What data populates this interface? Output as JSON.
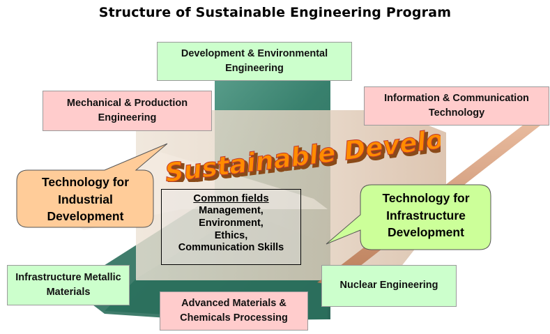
{
  "title": "Structure of Sustainable Engineering Program",
  "center_label": "Sustainable Development",
  "boxes": {
    "dev_env": "Development & Environmental Engineering",
    "mech_prod": "Mechanical & Production Engineering",
    "info_comm": "Information & Communication Technology",
    "infra_metal": "Infrastructure Metallic Materials",
    "adv_materials": "Advanced Materials & Chemicals Processing",
    "nuclear": "Nuclear Engineering"
  },
  "callouts": {
    "industrial": "Technology for Industrial Development",
    "infrastructure": "Technology for Infrastructure Development"
  },
  "common_fields": {
    "heading": "Common fields",
    "items": [
      "Management,",
      "Environment,",
      "Ethics,",
      "Communication Skills"
    ]
  },
  "colors": {
    "green_box": "#ccffcc",
    "pink_box": "#ffcccc",
    "callout_left": "#ffcc99",
    "callout_right": "#ccff99",
    "teal_plane": "#2e7a66",
    "wordart_fill": "#ff8c00",
    "wordart_shadow": "#b5651d"
  }
}
